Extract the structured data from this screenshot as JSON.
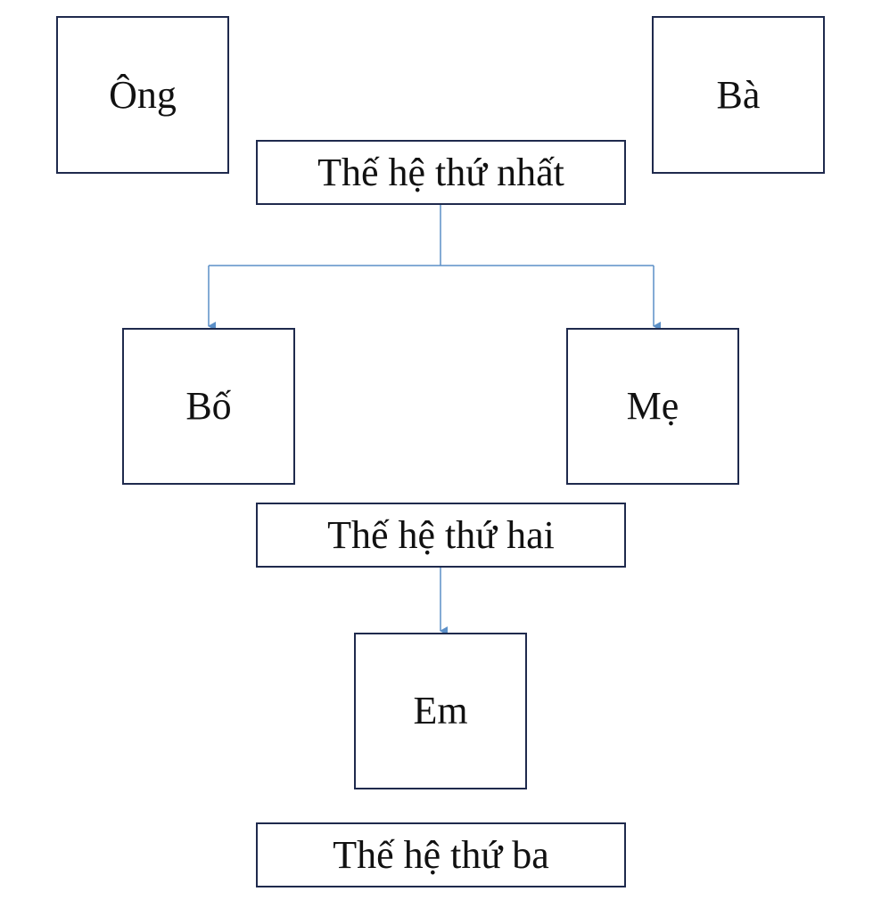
{
  "nodes": {
    "ong": "Ông",
    "ba": "Bà",
    "bo": "Bố",
    "me": "Mẹ",
    "em": "Em"
  },
  "generations": {
    "first": "Thế hệ thứ nhất",
    "second": "Thế hệ thứ hai",
    "third": "Thế hệ thứ ba"
  },
  "colors": {
    "box_border": "#1f2a4d",
    "connector": "#5b8fc7"
  }
}
